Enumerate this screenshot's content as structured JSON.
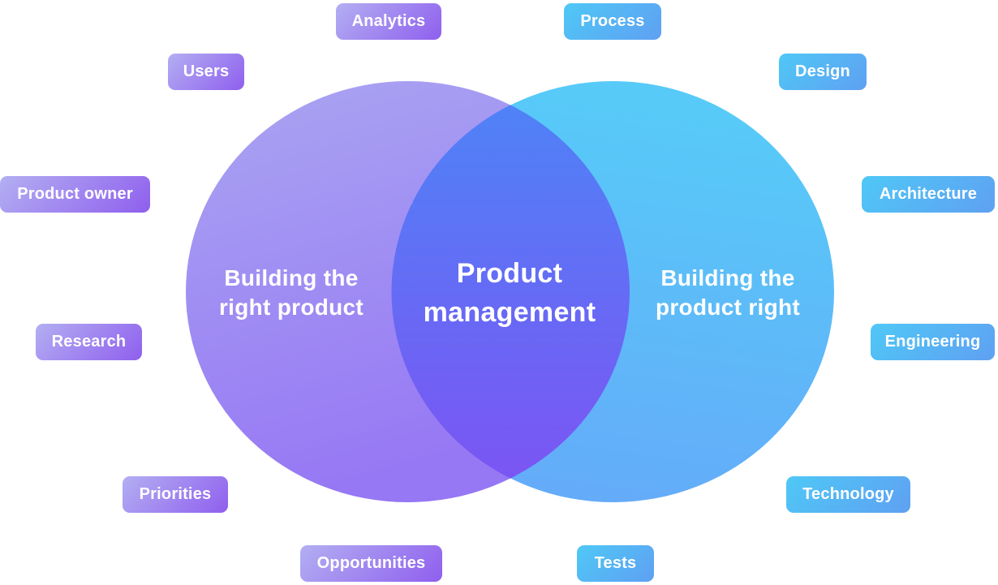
{
  "diagram": {
    "left_circle": {
      "line1": "Building the",
      "line2": "right product"
    },
    "right_circle": {
      "line1": "Building the",
      "line2": "product right"
    },
    "overlap": {
      "line1": "Product",
      "line2": "management"
    }
  },
  "badges": [
    {
      "label": "Analytics",
      "side": "left"
    },
    {
      "label": "Process",
      "side": "right"
    },
    {
      "label": "Users",
      "side": "left"
    },
    {
      "label": "Design",
      "side": "right"
    },
    {
      "label": "Product owner",
      "side": "left"
    },
    {
      "label": "Architecture",
      "side": "right"
    },
    {
      "label": "Research",
      "side": "left"
    },
    {
      "label": "Engineering",
      "side": "right"
    },
    {
      "label": "Priorities",
      "side": "left"
    },
    {
      "label": "Technology",
      "side": "right"
    },
    {
      "label": "Opportunities",
      "side": "left"
    },
    {
      "label": "Tests",
      "side": "right"
    }
  ],
  "colors": {
    "background": "#ffffff",
    "text": "#ffffff",
    "left_circle_gradient_from": "#aaa5f2",
    "left_circle_gradient_to": "#9677f4",
    "right_circle_gradient_from": "#57caf8",
    "right_circle_gradient_to": "#65a9f9",
    "overlap_gradient_from": "#4f82f7",
    "overlap_gradient_to": "#7b55f3",
    "badge_purple_from": "#b3aff2",
    "badge_purple_to": "#8f5fee",
    "badge_blue_from": "#4fc8f6",
    "badge_blue_to": "#5fa0f2"
  }
}
